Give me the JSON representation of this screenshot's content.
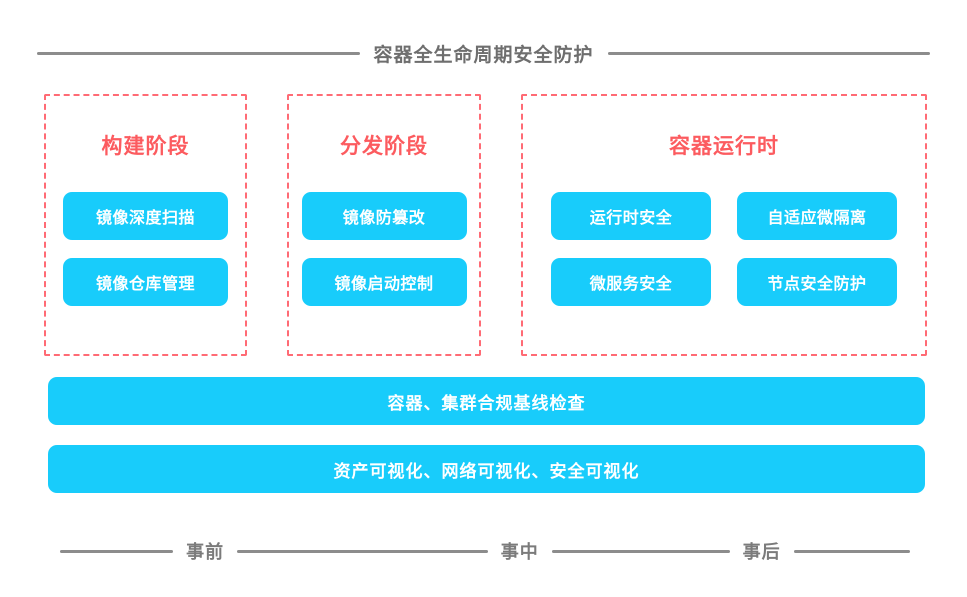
{
  "header": {
    "title": "容器全生命周期安全防护"
  },
  "phases": [
    {
      "id": "build",
      "title": "构建阶段",
      "columns": 1,
      "items": [
        "镜像深度扫描",
        "镜像仓库管理"
      ]
    },
    {
      "id": "delivery",
      "title": "分发阶段",
      "columns": 1,
      "items": [
        "镜像防篡改",
        "镜像启动控制"
      ]
    },
    {
      "id": "runtime",
      "title": "容器运行时",
      "columns": 2,
      "items": [
        "运行时安全",
        "自适应微隔离",
        "微服务安全",
        "节点安全防护"
      ]
    }
  ],
  "bars": [
    "容器、集群合规基线检查",
    "资产可视化、网络可视化、安全可视化"
  ],
  "timeline": {
    "stages": [
      "事前",
      "事中",
      "事后"
    ]
  },
  "colors": {
    "accent_blue": "#18ccfb",
    "phase_border_red": "#ff6b75",
    "phase_title_red": "#fc5b5f",
    "rule_gray": "#8c8c8c",
    "title_gray": "#6e6e6e",
    "background": "#ffffff"
  }
}
